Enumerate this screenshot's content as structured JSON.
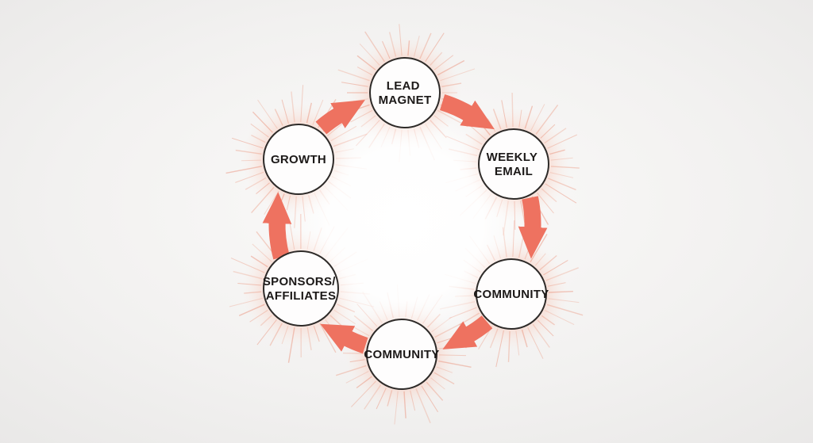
{
  "diagram": {
    "type": "cycle-flywheel",
    "direction": "clockwise",
    "colors": {
      "background_center": "#fbfaf9",
      "background_mid": "#f2f1f0",
      "background_edge": "#e8e7e6",
      "arrow": "#ee7260",
      "ray": "#e8876d",
      "glow": "#f8c2b2",
      "node_fill": "#fefdfd",
      "node_border": "#2e2b29",
      "label_text": "#1c1918"
    },
    "nodes": [
      {
        "id": "lead-magnet",
        "label": "LEAD MAGNET",
        "lines": [
          "LEAD",
          "MAGNET"
        ]
      },
      {
        "id": "weekly-email",
        "label": "WEEKLY EMAIL",
        "lines": [
          "WEEKLY",
          "EMAIL"
        ]
      },
      {
        "id": "community-right",
        "label": "COMMUNITY",
        "lines": [
          "COMMUNITY"
        ]
      },
      {
        "id": "community-bottom",
        "label": "COMMUNITY",
        "lines": [
          "COMMUNITY"
        ]
      },
      {
        "id": "sponsors-affiliates",
        "label": "SPONSORS/AFFILIATES",
        "lines": [
          "SPONSORS/",
          "AFFILIATES"
        ]
      },
      {
        "id": "growth",
        "label": "GROWTH",
        "lines": [
          "GROWTH"
        ]
      }
    ],
    "edges": [
      {
        "from": "lead-magnet",
        "to": "weekly-email"
      },
      {
        "from": "weekly-email",
        "to": "community-right"
      },
      {
        "from": "community-right",
        "to": "community-bottom"
      },
      {
        "from": "community-bottom",
        "to": "sponsors-affiliates"
      },
      {
        "from": "sponsors-affiliates",
        "to": "growth"
      },
      {
        "from": "growth",
        "to": "lead-magnet"
      }
    ]
  }
}
